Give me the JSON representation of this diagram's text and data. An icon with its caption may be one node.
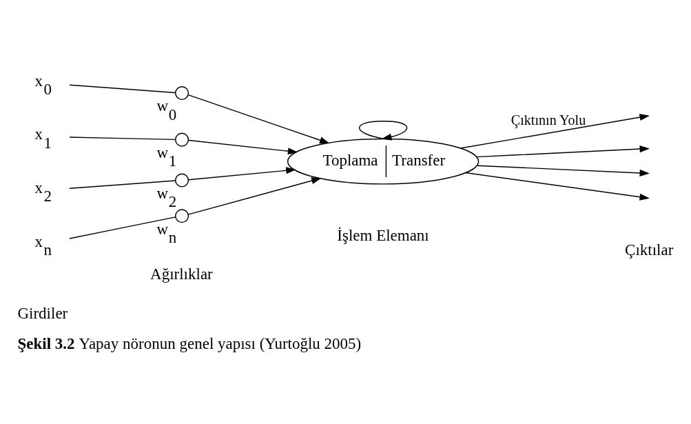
{
  "diagram": {
    "caption": "**Şekil 3.2** Yapay nöronun genel yapısı (Yurtoğlu 2005)",
    "nodes": [
      {
        "text": [
          "x$_{0}$"
        ]
      },
      {
        "text": [
          "x$_{1}$"
        ]
      },
      {
        "text": [
          "x$_{2}$"
        ]
      },
      {
        "text": [
          "x$_{n}$"
        ]
      },
      {
        "text": [],
        "shape": "circle",
        "beside": [
          "w$_{0}$"
        ]
      },
      {
        "text": [],
        "shape": "circle",
        "beside": [
          "w$_{1}$"
        ]
      },
      {
        "text": [],
        "shape": "circle",
        "beside": [
          "w$_{2}$"
        ]
      },
      {
        "text": [],
        "shape": "circle",
        "beside": [
          "w$_{n}$"
        ]
      },
      {
        "text": [
          "Toplama",
          "Transfer"
        ],
        "beside": [
          "İşlem Elemanı"
        ]
      }
    ],
    "edges": [
      {
        "from": 0,
        "to": 4,
        "arrow": "none"
      },
      {
        "from": 1,
        "to": 5,
        "arrow": "none"
      },
      {
        "from": 2,
        "to": 6,
        "arrow": "none"
      },
      {
        "from": 3,
        "to": 7,
        "arrow": "none"
      },
      {
        "from": 4,
        "to": 8,
        "arrow": "to"
      },
      {
        "from": 5,
        "to": 8,
        "arrow": "to"
      },
      {
        "from": 6,
        "to": 8,
        "arrow": "to"
      },
      {
        "from": 7,
        "to": 8,
        "arrow": "to"
      },
      {
        "from": 8,
        "to": 8,
        "arrow": "to"
      },
      {
        "from": 8,
        "to": null,
        "arrow": "to",
        "label": "Çıktının Yolu"
      },
      {
        "from": 8,
        "to": null,
        "arrow": "to"
      },
      {
        "from": 8,
        "to": null,
        "arrow": "to"
      },
      {
        "from": 8,
        "to": null,
        "arrow": "to"
      }
    ],
    "labels": [
      "Girdiler",
      "Ağırlıklar",
      "Çıktılar"
    ]
  }
}
